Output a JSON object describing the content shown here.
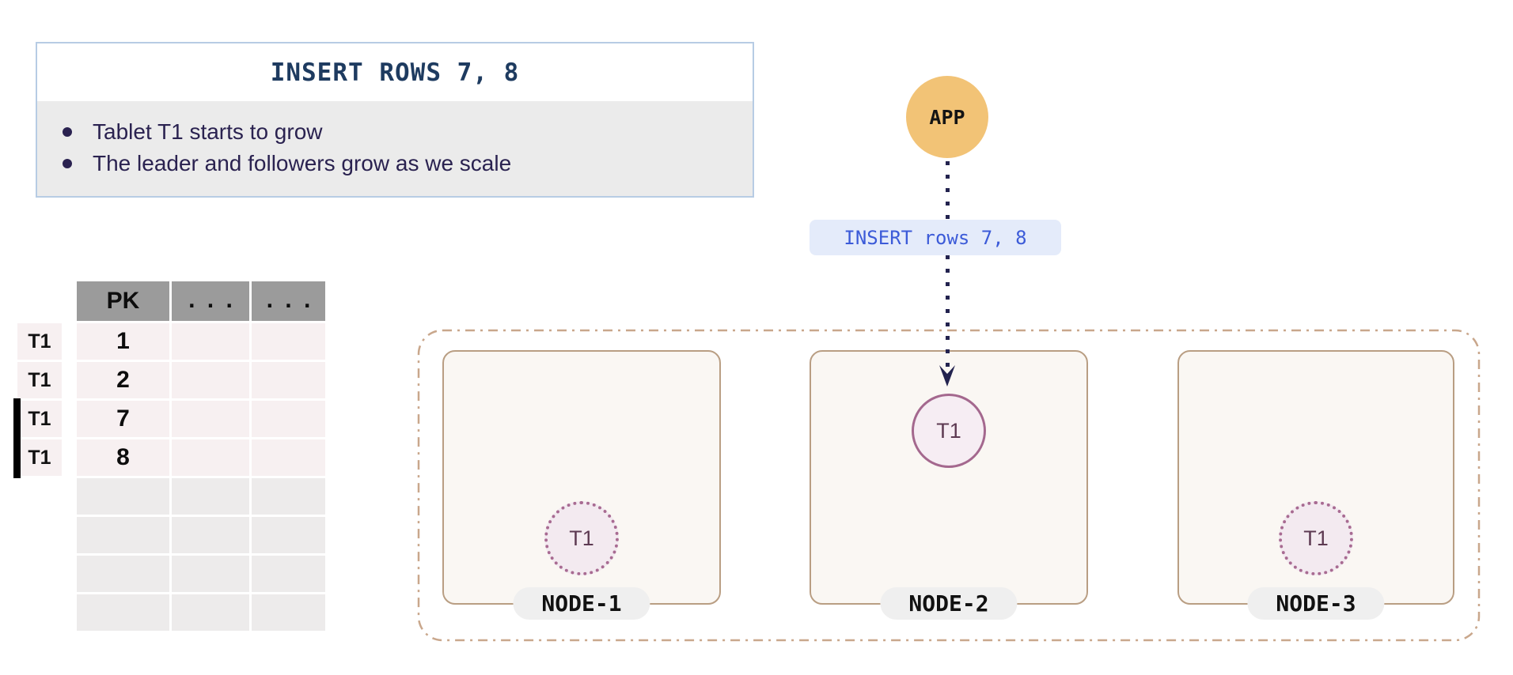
{
  "info_box": {
    "title": "INSERT ROWS 7, 8",
    "bullets": [
      "Tablet T1 starts to grow",
      "The leader and followers grow as we scale"
    ]
  },
  "app": {
    "label": "APP"
  },
  "query_label": {
    "text": "INSERT rows 7, 8"
  },
  "table": {
    "headers": [
      "PK",
      "...",
      "..."
    ],
    "rows": [
      {
        "tablet": "T1",
        "pk": "1",
        "new": false
      },
      {
        "tablet": "T1",
        "pk": "2",
        "new": false
      },
      {
        "tablet": "T1",
        "pk": "7",
        "new": true
      },
      {
        "tablet": "T1",
        "pk": "8",
        "new": true
      }
    ],
    "empty_rows": 4
  },
  "cluster": {
    "nodes": [
      {
        "name": "NODE-1",
        "tablet": "T1",
        "role": "follower"
      },
      {
        "name": "NODE-2",
        "tablet": "T1",
        "role": "leader"
      },
      {
        "name": "NODE-3",
        "tablet": "T1",
        "role": "follower"
      }
    ]
  },
  "colors": {
    "app_circle": "#F2C376",
    "query_label_bg": "#E4EBFA",
    "query_label_text": "#3C5BD8",
    "info_title_text": "#1E3B60",
    "info_bullet_text": "#2A2250",
    "info_bullets_bg": "#EBEBEB",
    "info_border": "#B7CCE4",
    "table_header_bg": "#9B9B9B",
    "table_row_bg": "#F7F0F1",
    "table_empty_row_bg": "#EDEBEB",
    "new_row_marker": "#000000",
    "cluster_border": "#C9A78C",
    "node_border": "#B99E83",
    "node_bg": "#FAF7F3",
    "node_pill_bg": "#EFEFEF",
    "tablet_leader_border": "#A4688E",
    "tablet_follower_border": "#A86B92",
    "tablet_bg": "#F6EDF3",
    "tablet_text": "#5D3A52",
    "connector": "#23234F"
  }
}
